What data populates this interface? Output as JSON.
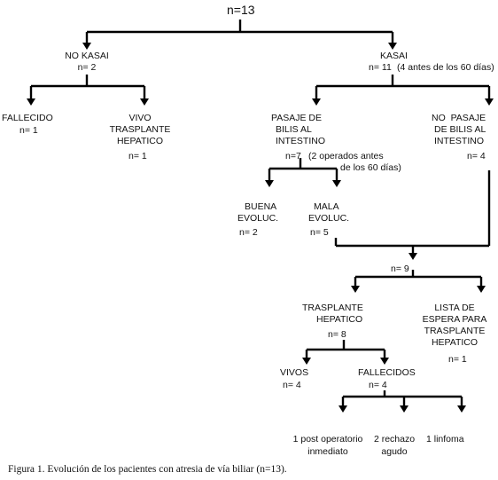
{
  "root": {
    "label": "n=13"
  },
  "no_kasai": {
    "title": "NO KASAI",
    "count": "n= 2"
  },
  "kasai": {
    "title": "KASAI",
    "count": "n= 11",
    "note": "(4 antes de los 60 días)"
  },
  "fallecido": {
    "title": "FALLECIDO",
    "count": "n= 1"
  },
  "vivo_trasplante": {
    "line1": "VIVO",
    "line2": "TRASPLANTE",
    "line3": "HEPATICO",
    "count": "n= 1"
  },
  "pasaje": {
    "line1": "PASAJE DE",
    "line2": "BILIS AL",
    "line3": "INTESTINO",
    "count": "n=7",
    "note1": "(2 operados antes",
    "note2": "de los 60 días)"
  },
  "no_pasaje": {
    "line1": "NO  PASAJE",
    "line2": "DE BILIS AL",
    "line3": "INTESTINO",
    "count": "n= 4"
  },
  "buena": {
    "line1": "BUENA",
    "line2": "EVOLUC.",
    "count": "n= 2"
  },
  "mala": {
    "line1": "MALA",
    "line2": "EVOLUC.",
    "count": "n= 5"
  },
  "merge": {
    "count": "n= 9"
  },
  "trasplante": {
    "line1": "TRASPLANTE",
    "line2": "HEPATICO",
    "count": "n= 8"
  },
  "lista": {
    "line1": "LISTA DE",
    "line2": "ESPERA PARA",
    "line3": "TRASPLANTE",
    "line4": "HEPATICO",
    "count": "n= 1"
  },
  "vivos": {
    "title": "VIVOS",
    "count": "n= 4"
  },
  "fallecidos": {
    "title": "FALLECIDOS",
    "count": "n= 4"
  },
  "causes": {
    "post_op": {
      "line1": "1 post operatorio",
      "line2": "inmediato"
    },
    "rechazo": {
      "line1": "2 rechazo",
      "line2": "agudo"
    },
    "linfoma": {
      "line1": "1 linfoma"
    }
  },
  "caption": "Figura 1. Evolución de los pacientes con atresia de vía biliar (n=13)."
}
